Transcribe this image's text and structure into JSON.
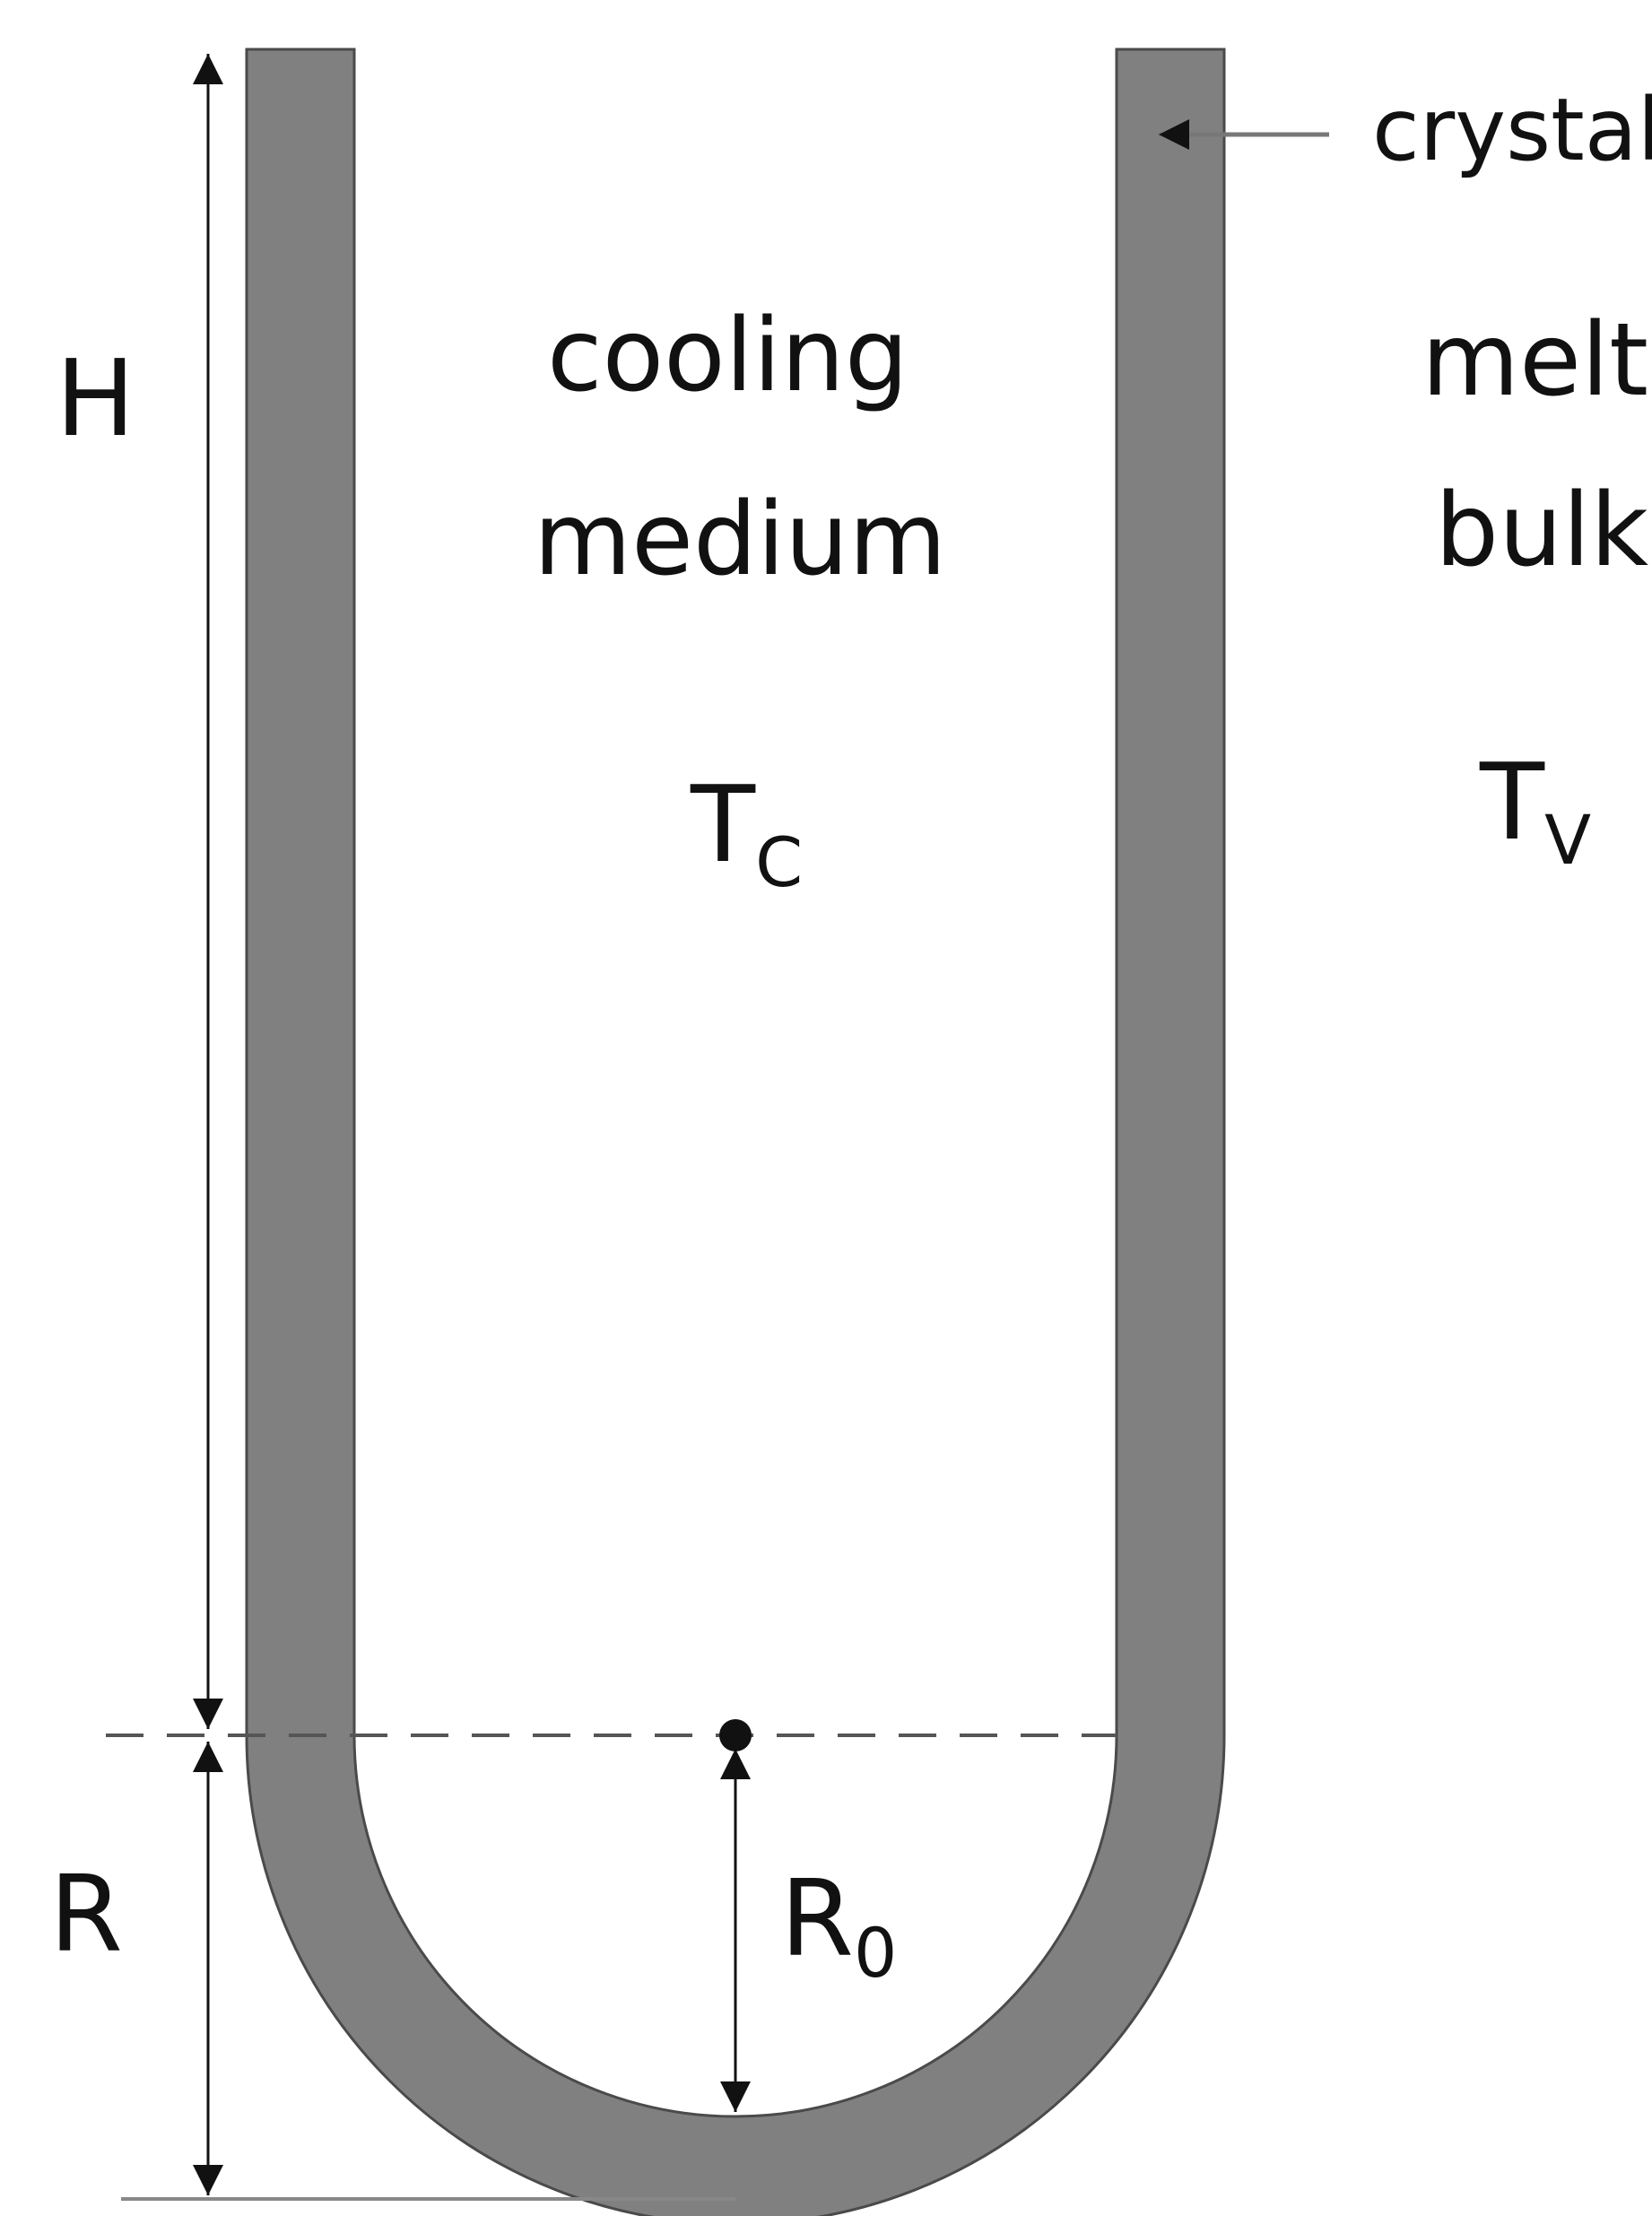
{
  "labels": {
    "height": "H",
    "outer_radius": "R",
    "inner_radius_main": "R",
    "inner_radius_sub": "0",
    "crystal": "crystal",
    "cooling_line1": "cooling",
    "cooling_line2": "medium",
    "melt_line1": "melt",
    "melt_line2": "bulk",
    "temp_cooling_main": "T",
    "temp_cooling_sub": "C",
    "temp_melt_main": "T",
    "temp_melt_sub": "V"
  },
  "colors": {
    "crystal_fill": "#808080",
    "crystal_edge": "#4a4a4a",
    "lines": "#111111",
    "dashed": "#555555",
    "background": "#ffffff"
  }
}
